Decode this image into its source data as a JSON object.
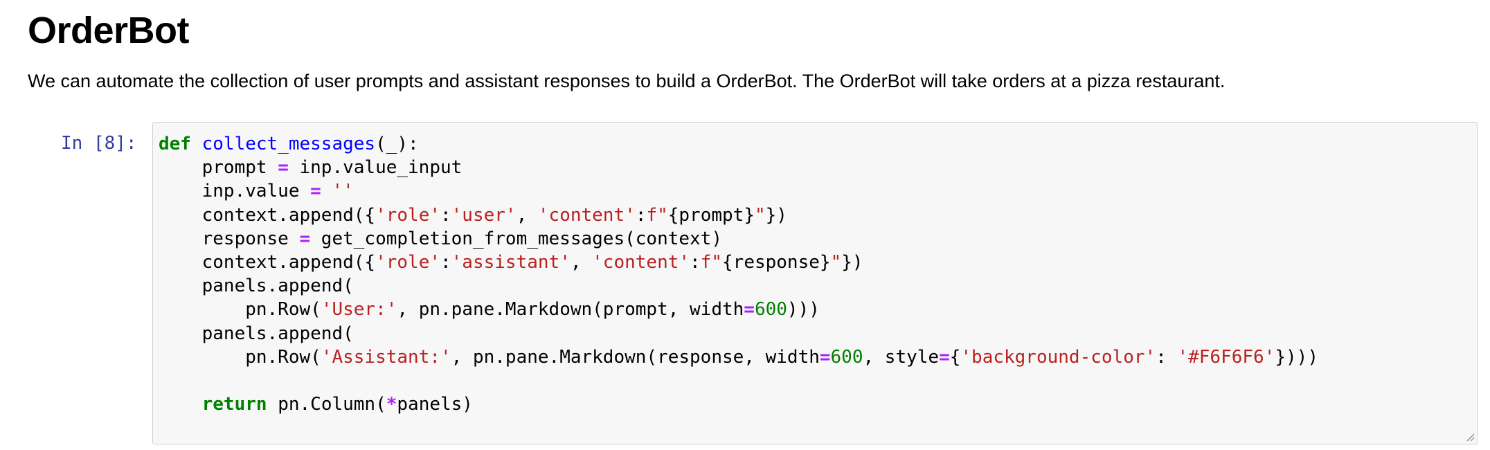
{
  "markdown": {
    "title": "OrderBot",
    "paragraph": "We can automate the collection of user prompts and assistant responses to build a OrderBot. The OrderBot will take orders at a pizza restaurant."
  },
  "cell": {
    "prompt": "In [8]:",
    "code_lines": [
      [
        [
          "kw",
          "def"
        ],
        [
          "",
          ""
        ],
        [
          "fn",
          " collect_messages"
        ],
        [
          "",
          "(_):"
        ]
      ],
      [
        [
          "",
          "    prompt "
        ],
        [
          "op",
          "="
        ],
        [
          "",
          " inp.value_input"
        ]
      ],
      [
        [
          "",
          "    inp.value "
        ],
        [
          "op",
          "="
        ],
        [
          "",
          " "
        ],
        [
          "str",
          "''"
        ]
      ],
      [
        [
          "",
          "    context.append({"
        ],
        [
          "str",
          "'role'"
        ],
        [
          "",
          ":"
        ],
        [
          "str",
          "'user'"
        ],
        [
          "",
          ", "
        ],
        [
          "str",
          "'content'"
        ],
        [
          "",
          ":"
        ],
        [
          "str",
          "f\""
        ],
        [
          "",
          "{prompt}"
        ],
        [
          "str",
          "\""
        ],
        [
          "",
          "})"
        ]
      ],
      [
        [
          "",
          "    response "
        ],
        [
          "op",
          "="
        ],
        [
          "",
          " get_completion_from_messages(context)"
        ]
      ],
      [
        [
          "",
          "    context.append({"
        ],
        [
          "str",
          "'role'"
        ],
        [
          "",
          ":"
        ],
        [
          "str",
          "'assistant'"
        ],
        [
          "",
          ", "
        ],
        [
          "str",
          "'content'"
        ],
        [
          "",
          ":"
        ],
        [
          "str",
          "f\""
        ],
        [
          "",
          "{response}"
        ],
        [
          "str",
          "\""
        ],
        [
          "",
          "})"
        ]
      ],
      [
        [
          "",
          "    panels.append("
        ]
      ],
      [
        [
          "",
          "        pn.Row("
        ],
        [
          "str",
          "'User:'"
        ],
        [
          "",
          ", pn.pane.Markdown(prompt, width"
        ],
        [
          "op",
          "="
        ],
        [
          "num",
          "600"
        ],
        [
          "",
          ")))"
        ]
      ],
      [
        [
          "",
          "    panels.append("
        ]
      ],
      [
        [
          "",
          "        pn.Row("
        ],
        [
          "str",
          "'Assistant:'"
        ],
        [
          "",
          ", pn.pane.Markdown(response, width"
        ],
        [
          "op",
          "="
        ],
        [
          "num",
          "600"
        ],
        [
          "",
          ", style"
        ],
        [
          "op",
          "="
        ],
        [
          "",
          "{"
        ],
        [
          "str",
          "'background-color'"
        ],
        [
          "",
          ": "
        ],
        [
          "str",
          "'#F6F6F6'"
        ],
        [
          "",
          "})))"
        ]
      ],
      [
        [
          "",
          ""
        ]
      ],
      [
        [
          "",
          "    "
        ],
        [
          "kw",
          "return"
        ],
        [
          "",
          " pn.Column("
        ],
        [
          "op",
          "*"
        ],
        [
          "",
          "panels)"
        ]
      ]
    ]
  },
  "colors": {
    "keyword": "#008000",
    "function_name": "#0000ff",
    "string": "#ba2121",
    "operator": "#aa22ff",
    "number": "#008000",
    "prompt": "#303f9f",
    "code_background": "#f7f7f7"
  },
  "icons": {
    "resize": "resize-handle-icon"
  }
}
